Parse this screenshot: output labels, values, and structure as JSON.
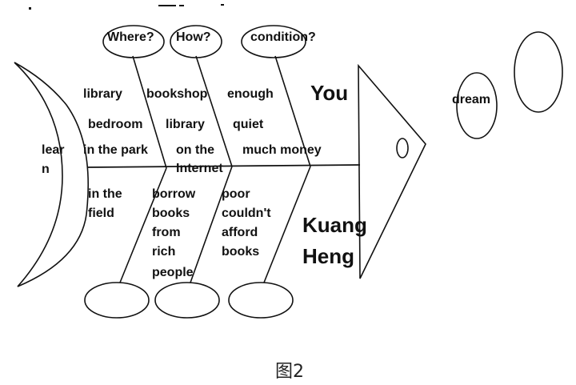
{
  "headers": {
    "where": "Where?",
    "how": "How?",
    "condition": "condition?"
  },
  "goal": {
    "line1": "You",
    "line2": "dream"
  },
  "subject": {
    "line1": "Kuang",
    "line2": "Heng"
  },
  "tail": {
    "line1": "lear",
    "line2": "n"
  },
  "upper": {
    "where": [
      "library",
      "bedroom",
      "in the park"
    ],
    "how": [
      "bookshop",
      "library",
      "on the",
      "Internet"
    ],
    "condition": [
      "enough",
      "quiet",
      "much money"
    ]
  },
  "lower": {
    "where": [
      "in the",
      "field"
    ],
    "how": [
      "borrow",
      "books",
      "from",
      "rich",
      "people"
    ],
    "condition": [
      "poor",
      "couldn't",
      "afford",
      "books"
    ]
  },
  "caption": "图2"
}
